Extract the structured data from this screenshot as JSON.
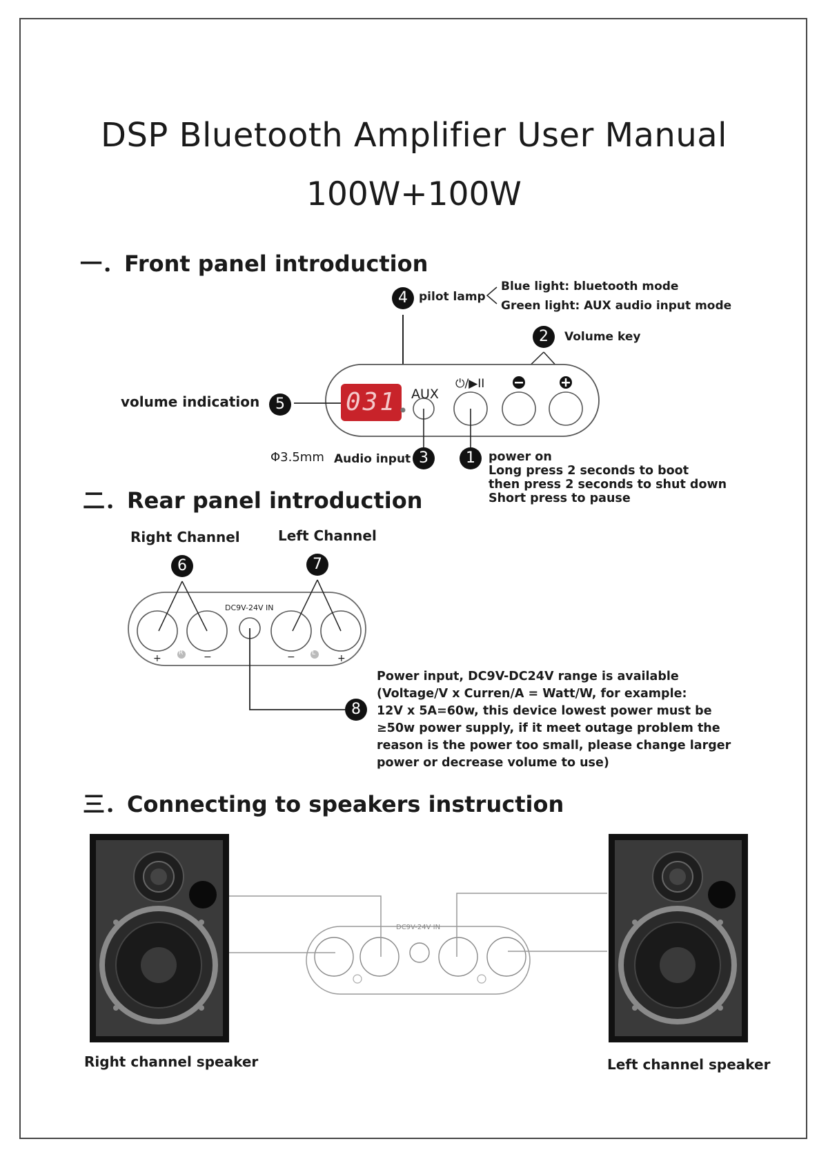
{
  "title": "DSP Bluetooth Amplifier User Manual",
  "subtitle": "100W+100W",
  "sections": {
    "front": "一．Front panel introduction",
    "rear": "二．Rear panel introduction",
    "connect": "三．Connecting to speakers instruction"
  },
  "callouts": {
    "n1": "1",
    "n2": "2",
    "n3": "3",
    "n4": "4",
    "n5": "5",
    "n6": "6",
    "n7": "7",
    "n8": "8"
  },
  "front_panel": {
    "pilot_lamp": "pilot lamp",
    "blue_light": "Blue light: bluetooth mode",
    "green_light": "Green light: AUX audio input mode",
    "volume_key": "Volume key",
    "volume_indication": "volume indication",
    "display_value": "031",
    "aux_label": "AUX",
    "power_symbol": "⏻/▶II",
    "minus_symbol": "−",
    "plus_symbol": "+",
    "audio_input_size": "Φ3.5mm",
    "audio_input": "Audio input",
    "power_on_lines": [
      "power on",
      "Long press 2 seconds to boot",
      "then press 2 seconds to shut down",
      "Short press to pause"
    ]
  },
  "rear_panel": {
    "right_channel": "Right Channel",
    "left_channel": "Left Channel",
    "dc_in": "DC9V-24V IN",
    "plus": "+",
    "minus": "−",
    "r_mark": "R",
    "l_mark": "L",
    "power_note_lines": [
      "Power input, DC9V-DC24V range is available",
      "(Voltage/V x Curren/A = Watt/W, for example:",
      "12V x 5A=60w, this device lowest power must be",
      "≥50w power supply, if it meet outage problem the",
      "reason is the power too small, please change larger",
      "power or decrease volume to use)"
    ]
  },
  "connect": {
    "right_speaker": "Right channel speaker",
    "left_speaker": "Left channel speaker",
    "dc_in": "DC9V-24V IN"
  },
  "colors": {
    "text": "#1a1a1a",
    "callout_bg": "#111111",
    "display_bg": "#c8232a",
    "display_text": "#f4c9cb",
    "panel_stroke": "#555555",
    "speaker_cabinet": "#2b2b2b"
  }
}
